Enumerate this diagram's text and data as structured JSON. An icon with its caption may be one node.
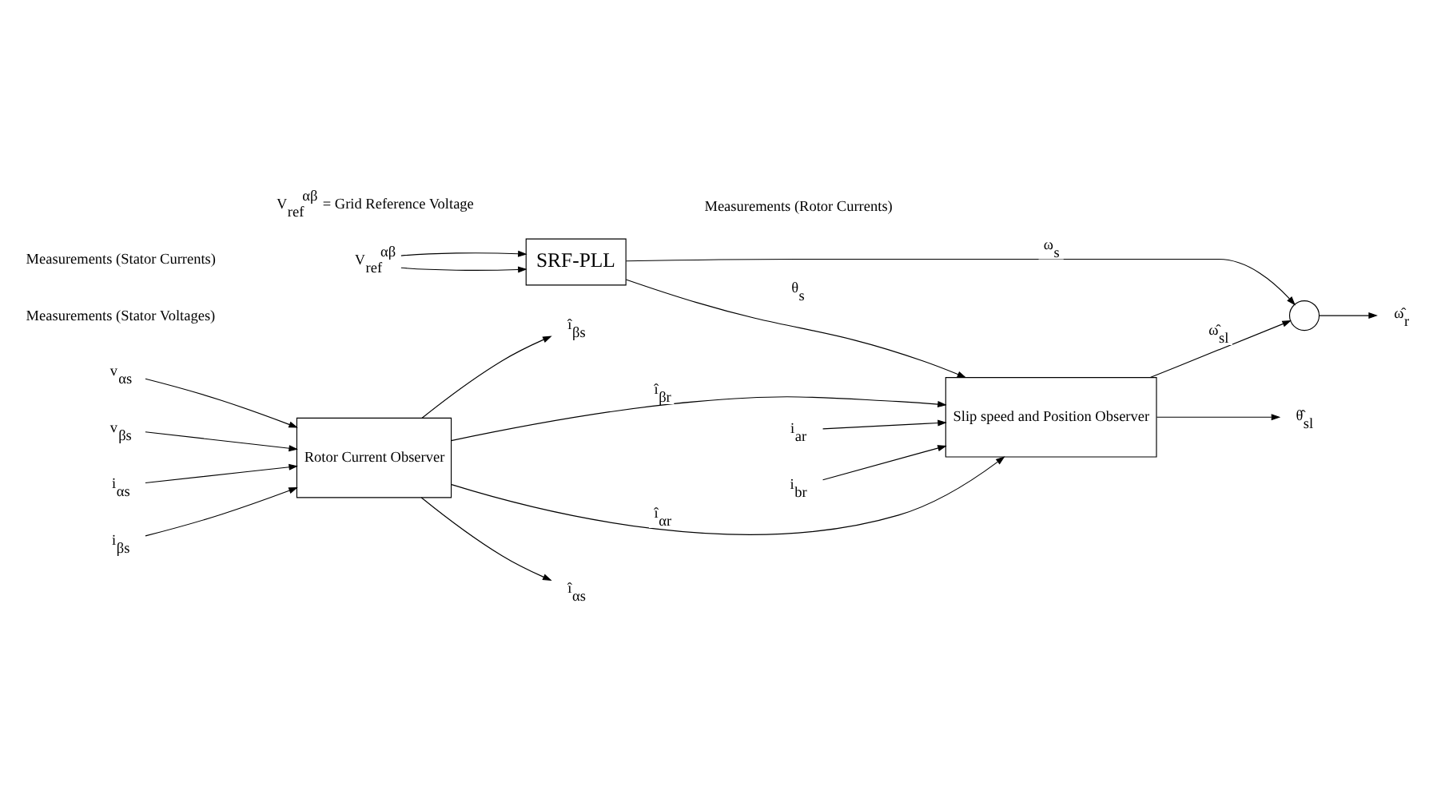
{
  "diagram": {
    "nodes": [
      {
        "text": [
          "Rotor Current Observer"
        ]
      },
      {
        "text": [
          "SRF-PLL"
        ]
      },
      {
        "text": [
          "Slip speed and Position Observer"
        ]
      },
      {
        "text": [],
        "shape": "circle"
      },
      {
        "text": [
          "v$_{αs}$"
        ]
      },
      {
        "text": [
          "v$_{βs}$"
        ]
      },
      {
        "text": [
          "i$_{αs}$"
        ]
      },
      {
        "text": [
          "i$_{βs}$"
        ]
      },
      {
        "text": [
          "î$_{αs}$"
        ]
      },
      {
        "text": [
          "î$_{βs}$"
        ]
      },
      {
        "text": [
          "V$_{ref}$$^{αβ}$"
        ]
      },
      {
        "text": [
          "i$_{ar}$"
        ]
      },
      {
        "text": [
          "i$_{br}$"
        ]
      },
      {
        "text": [
          "θ̂$_{sl}$"
        ]
      },
      {
        "text": [
          "ω̂$_{r}$"
        ]
      }
    ],
    "edges": [
      {
        "from": 4,
        "to": 0,
        "arrow": "to"
      },
      {
        "from": 5,
        "to": 0,
        "arrow": "to"
      },
      {
        "from": 6,
        "to": 0,
        "arrow": "to"
      },
      {
        "from": 7,
        "to": 0,
        "arrow": "to"
      },
      {
        "from": 0,
        "to": 8,
        "arrow": "to"
      },
      {
        "from": 0,
        "to": 9,
        "arrow": "to"
      },
      {
        "from": 10,
        "to": 1,
        "arrow": "to"
      },
      {
        "from": 10,
        "to": 1,
        "arrow": "to"
      },
      {
        "from": 0,
        "to": 2,
        "arrow": "to",
        "label": "î$_{αr}$"
      },
      {
        "from": 0,
        "to": 2,
        "arrow": "to",
        "label": "î$_{βr}$"
      },
      {
        "from": 1,
        "to": 2,
        "arrow": "to",
        "label": "θ$_{s}$"
      },
      {
        "from": 1,
        "to": 3,
        "arrow": "to",
        "label": "ω$_{s}$"
      },
      {
        "from": 2,
        "to": 3,
        "arrow": "to",
        "label": "ω̂$_{sl}$"
      },
      {
        "from": 3,
        "to": 14,
        "arrow": "to"
      },
      {
        "from": 2,
        "to": 13,
        "arrow": "to"
      },
      {
        "from": 11,
        "to": 2,
        "arrow": "to"
      },
      {
        "from": 12,
        "to": 2,
        "arrow": "to"
      }
    ],
    "labels": [
      "V$_{ref}$$^{αβ}$ = Grid Reference Voltage",
      "Measurements (Stator Voltages)",
      "Measurements (Stator Currents)",
      "Measurements (Rotor Currents)"
    ]
  }
}
